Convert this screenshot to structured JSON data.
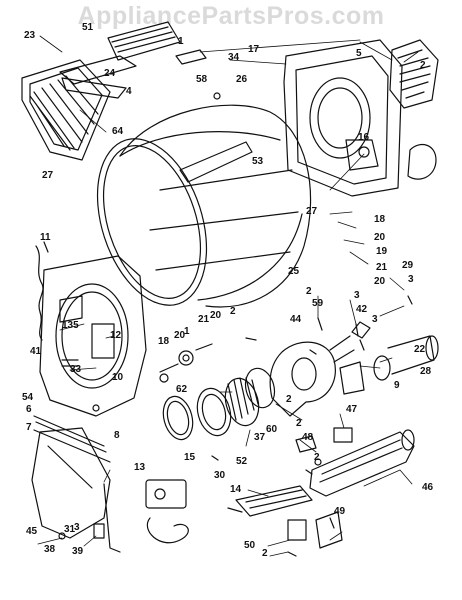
{
  "watermark": "AppliancePartsPros.com",
  "callouts": [
    "23",
    "51",
    "17",
    "5",
    "1",
    "2",
    "34",
    "58",
    "24",
    "4",
    "26",
    "64",
    "16",
    "53",
    "27",
    "27",
    "18",
    "20",
    "19",
    "21",
    "20",
    "11",
    "25",
    "29",
    "3",
    "2",
    "59",
    "3",
    "42",
    "135",
    "12",
    "20",
    "1",
    "21",
    "20",
    "2",
    "44",
    "3",
    "33",
    "10",
    "18",
    "22",
    "41",
    "28",
    "9",
    "62",
    "54",
    "6",
    "7",
    "8",
    "60",
    "2",
    "47",
    "52",
    "37",
    "2",
    "48",
    "2",
    "13",
    "15",
    "30",
    "46",
    "14",
    "45",
    "31",
    "38",
    "3",
    "39",
    "49",
    "50",
    "2"
  ],
  "colors": {
    "ink": "#111111",
    "paper": "#ffffff",
    "watermark": "#969696"
  }
}
